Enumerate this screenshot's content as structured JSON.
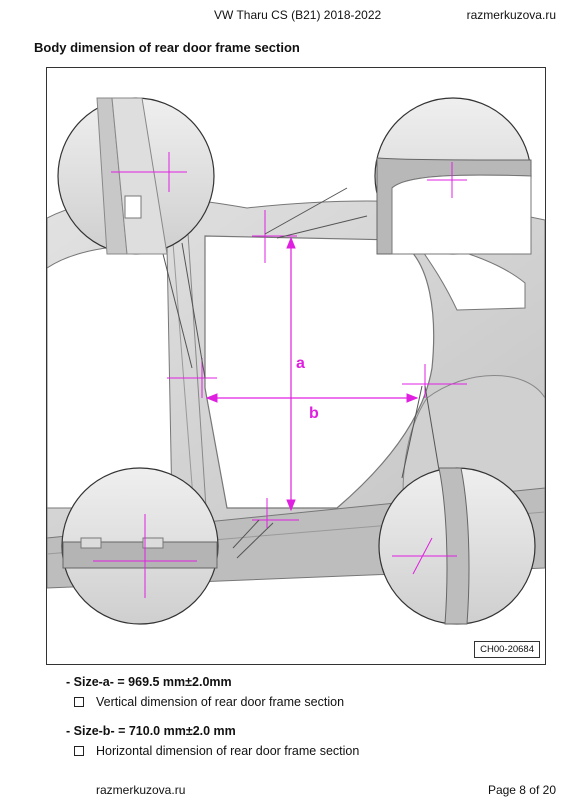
{
  "header": {
    "title": "VW Tharu CS (B21) 2018-2022",
    "site": "razmerkuzova.ru"
  },
  "section": {
    "title": "Body dimension of rear door frame section"
  },
  "figure": {
    "label_a": "a",
    "label_b": "b",
    "code": "CH00-20684",
    "accent": "#e020e0"
  },
  "dimensions": [
    {
      "size": "- Size-a- = 969.5 mm±2.0mm",
      "description": "Vertical dimension of rear door frame section"
    },
    {
      "size": "- Size-b- = 710.0 mm±2.0 mm",
      "description": "Horizontal dimension of rear door frame section"
    }
  ],
  "footer": {
    "site": "razmerkuzova.ru",
    "page": "Page 8 of 20"
  }
}
